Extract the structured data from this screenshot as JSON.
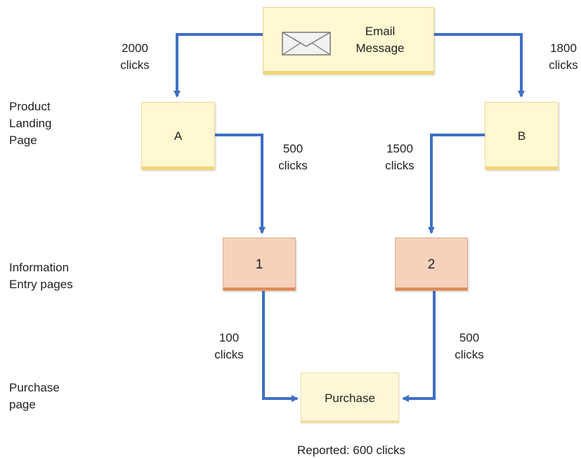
{
  "rows": {
    "product_landing": "Product\nLanding\nPage",
    "information_entry": "Information\nEntry pages",
    "purchase": "Purchase\npage"
  },
  "nodes": {
    "email": "Email\nMessage",
    "landing_a": "A",
    "landing_b": "B",
    "entry_1": "1",
    "entry_2": "2",
    "purchase": "Purchase"
  },
  "edges": {
    "email_to_a": "2000\nclicks",
    "email_to_b": "1800\nclicks",
    "a_to_1": "500\nclicks",
    "b_to_2": "1500\nclicks",
    "entry1_to_purchase": "100\nclicks",
    "entry2_to_purchase": "500\nclicks"
  },
  "footer": "Reported: 600 clicks",
  "colors": {
    "arrow": "#3f6fc6",
    "landing_fill": "#fff8d0",
    "entry_fill": "#f6d2bd",
    "entry_accent": "#e18a57"
  }
}
